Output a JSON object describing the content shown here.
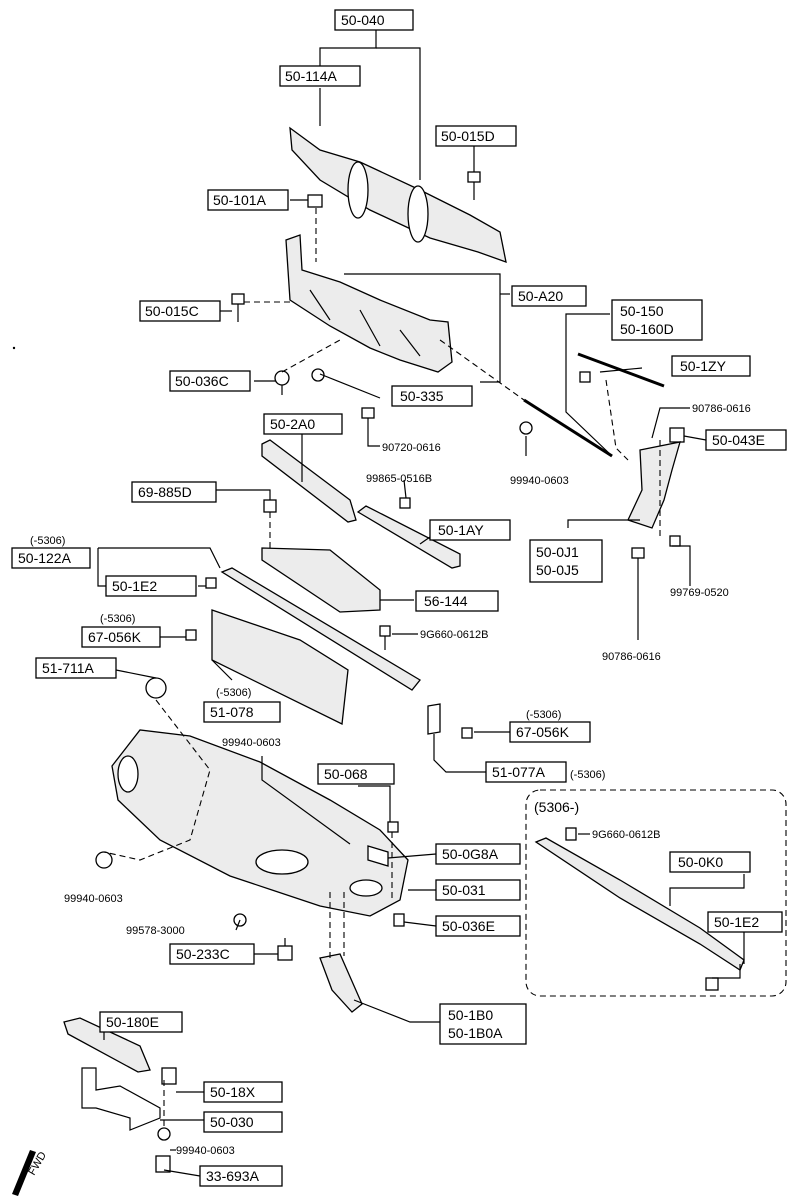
{
  "labels": {
    "l_50_040": "50-040",
    "l_50_114A": "50-114A",
    "l_50_015D": "50-015D",
    "l_50_101A": "50-101A",
    "l_50_A20": "50-A20",
    "l_50_015C": "50-015C",
    "l_50_150": "50-150",
    "l_50_160D": "50-160D",
    "l_50_036C": "50-036C",
    "l_50_1ZY": "50-1ZY",
    "l_50_335": "50-335",
    "l_90786_0616a": "90786-0616",
    "l_50_043E": "50-043E",
    "l_50_2A0": "50-2A0",
    "l_90720_0616": "90720-0616",
    "l_99940_0603a": "99940-0603",
    "l_99865": "99865-0516B",
    "l_69_885D": "69-885D",
    "l_50_1AY": "50-1AY",
    "l_5306a": "(-5306)",
    "l_50_122A": "50-122A",
    "l_50_0J1": "50-0J1",
    "l_50_0J5": "50-0J5",
    "l_99769": "99769-0520",
    "l_50_1E2a": "50-1E2",
    "l_56_144": "56-144",
    "l_5306b": "(-5306)",
    "l_67_056Ka": "67-056K",
    "l_9G660a": "9G660-0612B",
    "l_90786_0616b": "90786-0616",
    "l_51_711A": "51-711A",
    "l_5306c": "(-5306)",
    "l_51_078": "51-078",
    "l_5306d": "(-5306)",
    "l_67_056Kb": "67-056K",
    "l_99940_0603b": "99940-0603",
    "l_51_077A": "51-077A",
    "l_5306e": "(-5306)",
    "l_50_068": "50-068",
    "l_5306f": "(5306-)",
    "l_9G660b": "9G660-0612B",
    "l_50_0G8A": "50-0G8A",
    "l_50_0K0": "50-0K0",
    "l_99940_0603c": "99940-0603",
    "l_50_031": "50-031",
    "l_50_1E2b": "50-1E2",
    "l_99578": "99578-3000",
    "l_50_036E": "50-036E",
    "l_50_233C": "50-233C",
    "l_50_1B0": "50-1B0",
    "l_50_1B0A": "50-1B0A",
    "l_50_180E": "50-180E",
    "l_50_18X": "50-18X",
    "l_50_030": "50-030",
    "l_99940_0603d": "99940-0603",
    "l_33_693A": "33-693A",
    "fwd": "FWD"
  }
}
